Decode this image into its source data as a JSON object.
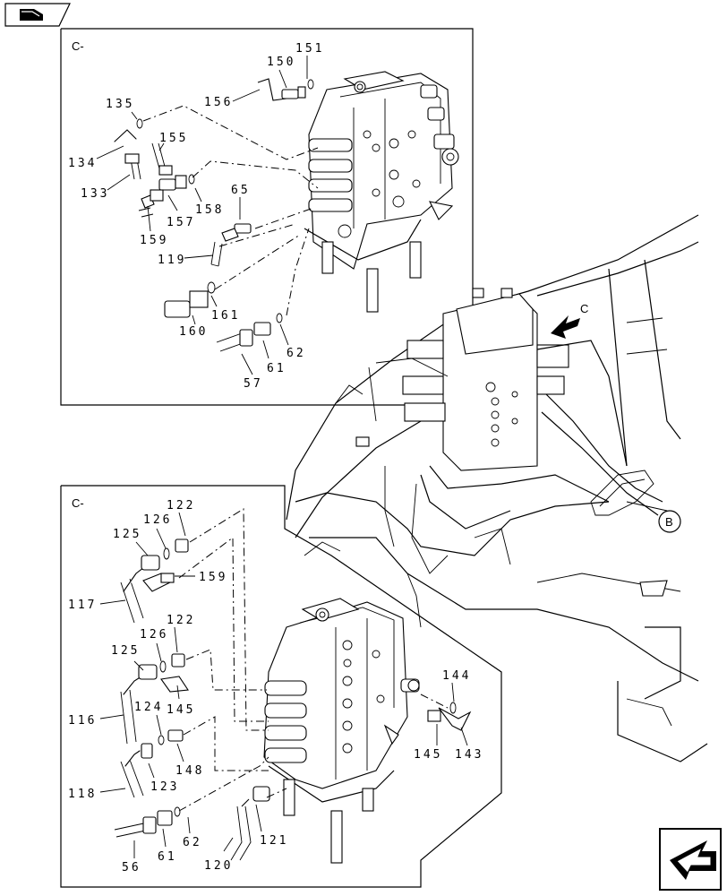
{
  "section_labels": {
    "upper": "C-",
    "lower": "C-"
  },
  "callouts": {
    "view_arrow": "C",
    "connector": "B"
  },
  "upper_labels": {
    "p151": "151",
    "p150": "150",
    "p156": "156",
    "p135": "135",
    "p155": "155",
    "p134": "134",
    "p133": "133",
    "p158": "158",
    "p157": "157",
    "p159": "159",
    "p65": "65",
    "p119": "119",
    "p161": "161",
    "p160": "160",
    "p62": "62",
    "p61": "61",
    "p57": "57"
  },
  "lower_labels": {
    "p122a": "122",
    "p126a": "126",
    "p125a": "125",
    "p159": "159",
    "p117": "117",
    "p126b": "126",
    "p122b": "122",
    "p125b": "125",
    "p116": "116",
    "p124": "124",
    "p145a": "145",
    "p148": "148",
    "p123": "123",
    "p118": "118",
    "p144": "144",
    "p145b": "145",
    "p143": "143",
    "p121": "121",
    "p62": "62",
    "p61": "61",
    "p56": "56",
    "p120": "120"
  },
  "icons": [
    "book-icon",
    "next-page-arrow-icon"
  ]
}
